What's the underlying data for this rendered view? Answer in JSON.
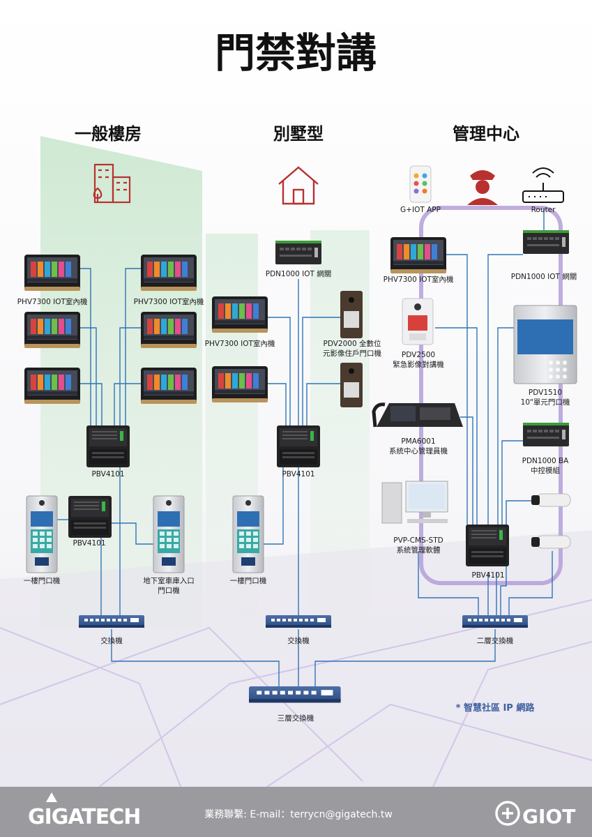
{
  "title": "門禁對講",
  "sections": {
    "building": "一般樓房",
    "villa": "別墅型",
    "management": "管理中心"
  },
  "labels": {
    "phv7300_a": "PHV7300 IOT室內機",
    "phv7300_b": "PHV7300 IOT室內機",
    "pbv4101_building": "PBV4101",
    "pbv4101_lower": "PBV4101",
    "ground_door_a": "一樓門口機",
    "basement_door_1": "地下室車庫入口",
    "basement_door_2": "門口機",
    "switch_building": "交換機",
    "pdn1000_villa": "PDN1000 IOT 網關",
    "phv7300_villa": "PHV7300 IOT室內機",
    "pdv2000_1": "PDV2000 全數位",
    "pdv2000_2": "元影像住戶門口機",
    "pbv4101_villa": "PBV4101",
    "ground_door_b": "一樓門口機",
    "switch_villa": "交換機",
    "app": "G+IOT APP",
    "router": "Router",
    "phv7300_mgmt": "PHV7300 IOT室內機",
    "pdn1000_mgmt": "PDN1000 IOT 網關",
    "pdv2500_1": "PDV2500",
    "pdv2500_2": "緊急影像對講機",
    "pdv1510_1": "PDV1510",
    "pdv1510_2": "10\"單元門口機",
    "pma6001_1": "PMA6001",
    "pma6001_2": "系統中心管理員機",
    "pdn1000ba_1": "PDN1000 BA",
    "pdn1000ba_2": "中控模組",
    "pvp_1": "PVP-CMS-STD",
    "pvp_2": "系統管理軟體",
    "pbv4101_mgmt": "PBV4101",
    "switch_l2": "二層交換機",
    "switch_l3": "三層交換機",
    "note": "* 智慧社區 IP 網路"
  },
  "footer": {
    "brand_left": "GIGATECH",
    "contact": "業務聯繫: E-mail：terrycn@gigatech.tw",
    "brand_right": "GIOT"
  },
  "colors": {
    "wire": "#2f74b5",
    "ring": "#b49fd9",
    "accent_red": "#b8312f",
    "footer_bg": "#9b9b9f"
  }
}
